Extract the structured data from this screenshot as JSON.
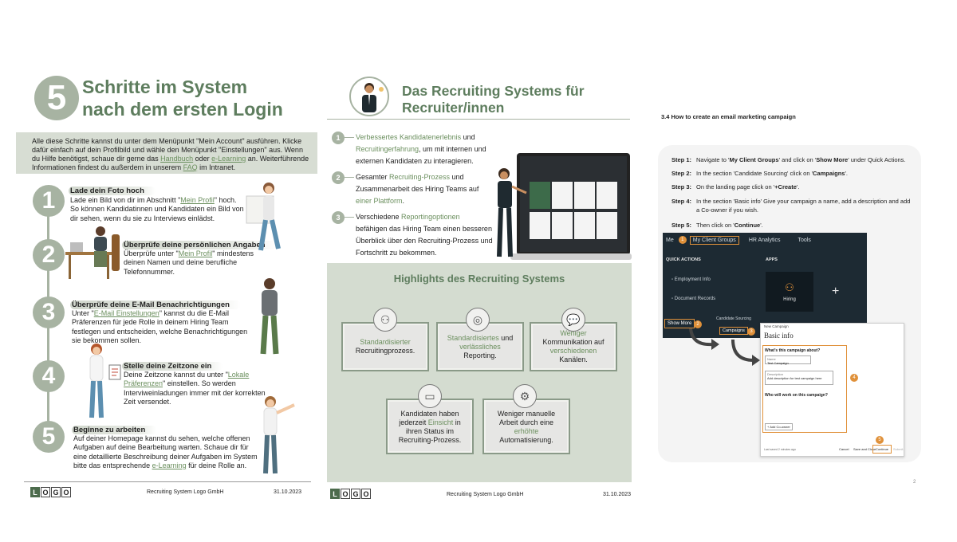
{
  "page1": {
    "title_line1": "Schritte im System",
    "title_line2": "nach dem ersten Login",
    "big_number": "5",
    "intro": {
      "text1": "Alle diese Schritte kannst du unter dem Menüpunkt \"Mein Account\" ausführen. Klicke dafür einfach auf dein Profilbild und wähle den Menüpunkt \"Einstellungen\" aus. Wenn du Hilfe benötigst, schaue dir gerne das ",
      "link1": "Handbuch",
      "text2": " oder ",
      "link2": "e-Learning",
      "text3": " an. Weiterführende Informationen findest du außerdem in unserem ",
      "link3": "FAQ",
      "text4": " im Intranet."
    },
    "steps": [
      {
        "num": "1",
        "title": "Lade dein Foto hoch",
        "pre": "Lade ein Bild von dir im Abschnitt \"",
        "link": "Mein Profil",
        "post": "\" hoch. So können Kandidatinnen und Kandidaten ein Bild von dir sehen, wenn du sie zu Interviews einlädst."
      },
      {
        "num": "2",
        "title": "Überprüfe deine persönlichen Angaben",
        "pre": "Überprüfe unter \"",
        "link": "Mein Profil",
        "post": "\" mindestens deinen Namen und deine berufliche Telefonnummer."
      },
      {
        "num": "3",
        "title": "Überprüfe deine E-Mail Benachrichtigungen",
        "pre": "Unter \"",
        "link": "E-Mail Einstellungen",
        "post": "\" kannst du die E-Mail Präferenzen für jede Rolle in deinem Hiring Team festlegen und entscheiden, welche Benachrichtigungen sie bekommen sollen."
      },
      {
        "num": "4",
        "title": "Stelle deine Zeitzone ein",
        "pre": "Deine Zeitzone kannst du unter \"",
        "link": "Lokale Präferenzen",
        "post": "\" einstellen. So werden Interviweinladungen immer mit der korrekten Zeit versendet."
      },
      {
        "num": "5",
        "title": "Beginne zu arbeiten",
        "pre": "Auf deiner Homepage kannst du sehen, welche offenen Aufgaben auf deine Bearbeitung warten. Schaue dir für eine detaillierte Beschreibung deiner Aufgaben im System bitte das entsprechende ",
        "link": "e-Learning",
        "post": " für deine Rolle an."
      }
    ],
    "footer_company": "Recruiting System Logo GmbH",
    "footer_date": "31.10.2023",
    "logo_letters": [
      "L",
      "O",
      "G",
      "O"
    ]
  },
  "page2": {
    "title_line1": "Das Recruiting Systems für",
    "title_line2": "Recruiter/innen",
    "points": [
      {
        "num": "1",
        "g1": "Verbessertes Kandidatenerlebnis",
        "t1": " und",
        "g2": "Recruitingerfahrung",
        "t2": ", um mit internen und",
        "t3": "externen Kandidaten zu interagieren."
      },
      {
        "num": "2",
        "t0": "Gesamter ",
        "g1": "Recruiting-Prozess",
        "t1": " und",
        "t2": "Zusammenarbeit des Hiring Teams auf",
        "g2": "einer Plattform",
        "t3": "."
      },
      {
        "num": "3",
        "t0": "Verschiedene ",
        "g1": "Reportingoptionen",
        "t1": "befähigen das Hiring Team einen besseren",
        "t2": "Überblick über den Recruiting-Prozess und",
        "t3": "Fortschritt zu bekommen."
      }
    ],
    "highlights_title": "Highlights des Recruiting Systems",
    "boxes": [
      {
        "a": "",
        "g": "Standardisierter",
        "b": "Recruitingprozess.",
        "icon": "people-network-icon"
      },
      {
        "a": "",
        "g": "Standardisiertes",
        "b": " und ",
        "g2": "verlässliches",
        "c": " Reporting.",
        "icon": "target-icon"
      },
      {
        "a": "",
        "g": "Weniger",
        "b": " Kommunikation auf ",
        "g2": "verschiedenen",
        "c": " Kanälen.",
        "icon": "chat-icon"
      },
      {
        "a": "Kandidaten haben jederzeit ",
        "g": "Einsicht",
        "b": " in ihren Status im Recruiting-Prozess.",
        "icon": "monitor-icon"
      },
      {
        "a": "Weniger manuelle Arbeit durch eine ",
        "g": "erhöhte",
        "b": " Automatisierung.",
        "icon": "gears-icon"
      }
    ],
    "footer_company": "Recruiting System Logo GmbH",
    "footer_date": "31.10.2023",
    "logo_letters": [
      "L",
      "O",
      "G",
      "O"
    ]
  },
  "page3": {
    "heading": "3.4 How to create an email marketing campaign",
    "steps": [
      {
        "label": "Step 1:",
        "pre": "Navigate to '",
        "b1": "My Client Groups",
        "mid": "' and click on '",
        "b2": "Show More",
        "post": "' under Quick Actions."
      },
      {
        "label": "Step 2:",
        "pre": "In the section 'Candidate Sourcing' click on '",
        "b1": "Campaigns",
        "post": "'."
      },
      {
        "label": "Step 3:",
        "pre": "On the landing page click on '",
        "b1": "+Create",
        "post": "'."
      },
      {
        "label": "Step 4:",
        "pre": "In the section 'Basic info' Give your campaign a name, add a description and add a Co-owner if you wish."
      },
      {
        "label": "Step 5:",
        "pre": "Then click on '",
        "b1": "Continue",
        "post": "'."
      }
    ],
    "app": {
      "nav": [
        "Me",
        "My Client Groups",
        "HR Analytics",
        "Tools"
      ],
      "quick_actions": "QUICK ACTIONS",
      "apps": "APPS",
      "items": [
        "Employment Info",
        "Document Records"
      ],
      "show_more": "Show More",
      "candidate_sourcing": "Candidate Sourcing",
      "campaigns": "Campaigns",
      "hiring": "Hiring"
    },
    "form": {
      "crumb": "New Campaign",
      "title": "Basic info",
      "q1": "What's this campaign about?",
      "name_label": "Name",
      "name_value": "Test Campaign",
      "desc_label": "Description",
      "desc_value": "Add description for test campaign here",
      "q2": "Who will work on this campaign?",
      "add_coowner": "+ Add Co-owner",
      "last_saved": "Last saved 2 minutes ago",
      "cancel": "Cancel",
      "save_close": "Save and Close",
      "continue": "Continue",
      "submit": "Submit"
    },
    "page_no": "2"
  },
  "colors": {
    "accent": "#5e7d5e",
    "circle": "#a7b3a2",
    "panel": "#d4dcd0",
    "orange": "#e0913a",
    "dark": "#1d2a33"
  }
}
